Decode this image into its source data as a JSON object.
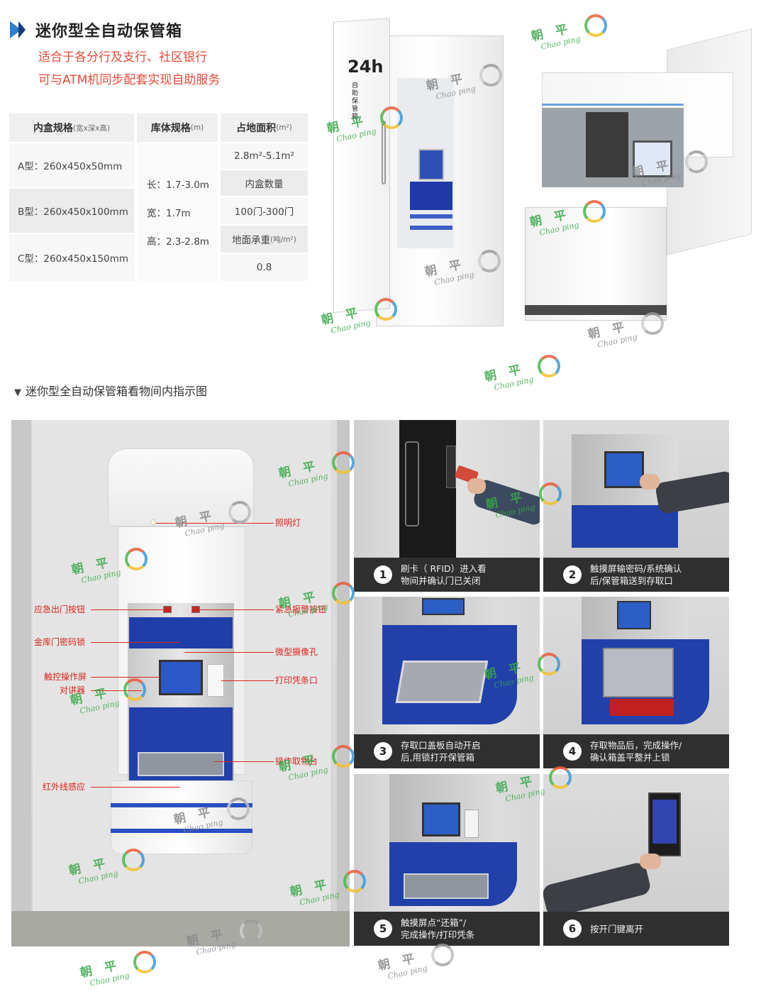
{
  "header": {
    "title": "迷你型全自动保管箱",
    "subtitle_1": "适合于各分行及支行、社区银行",
    "subtitle_2": "可与ATM机同步配套实现自助服务"
  },
  "spec_table": {
    "headers": {
      "inner_box": "内盒规格",
      "inner_box_unit": "(宽x深x高)",
      "vault": "库体规格",
      "vault_unit": "(m)",
      "area": "占地面积",
      "area_unit": "(m²)"
    },
    "inner_box_rows": [
      "A型：260x450x50mm",
      "B型：260x450x100mm",
      "C型：260x450x150mm"
    ],
    "vault_dims": [
      "长：1.7-3.0m",
      "宽：1.7m",
      "高：2.3-2.8m"
    ],
    "area_value": "2.8m²-5.1m²",
    "count_label": "内盒数量",
    "count_value": "100门-300门",
    "load_label": "地面承重",
    "load_unit": "(吨/m²)",
    "load_value": "0.8"
  },
  "booth": {
    "logo": "24h",
    "vertical_text": "自助保管箱"
  },
  "section2": {
    "marker": "▼",
    "title": "迷你型全自动保管箱看物间内指示图"
  },
  "kiosk_labels": {
    "light": "照明灯",
    "emergency_exit": "应急出门按钮",
    "emergency_alarm": "紧急报警按钮",
    "vault_lock": "金库门密码锁",
    "camera": "微型摄像孔",
    "touchscreen": "触控操作屏",
    "receipt": "打印凭条口",
    "intercom": "对讲器",
    "tray": "操作取物台",
    "infrared": "红外线感应"
  },
  "steps": [
    {
      "num": "1",
      "line1": "刷卡（ RFID）进入看",
      "line2": "物间并确认门已关闭"
    },
    {
      "num": "2",
      "line1": "触摸屏输密码/系统确认",
      "line2": "后/保管箱送到存取口"
    },
    {
      "num": "3",
      "line1": "存取口盖板自动开启",
      "line2": "后,用锁打开保管箱"
    },
    {
      "num": "4",
      "line1": "存取物品后，完成操作/",
      "line2": "确认箱盖平整并上锁"
    },
    {
      "num": "5",
      "line1": "触摸屏点“还箱”/",
      "line2": "完成操作/打印凭条"
    },
    {
      "num": "6",
      "line1": "按开门键离开",
      "line2": ""
    }
  ],
  "watermark": {
    "cn": "朝平",
    "en": "Chao ping"
  },
  "colors": {
    "accent_red": "#e34b3a",
    "label_red": "#d6261c",
    "kiosk_blue": "#1f3fa8",
    "title_arrow": "#2a7fd0",
    "watermark_green": "#3aa84a"
  }
}
